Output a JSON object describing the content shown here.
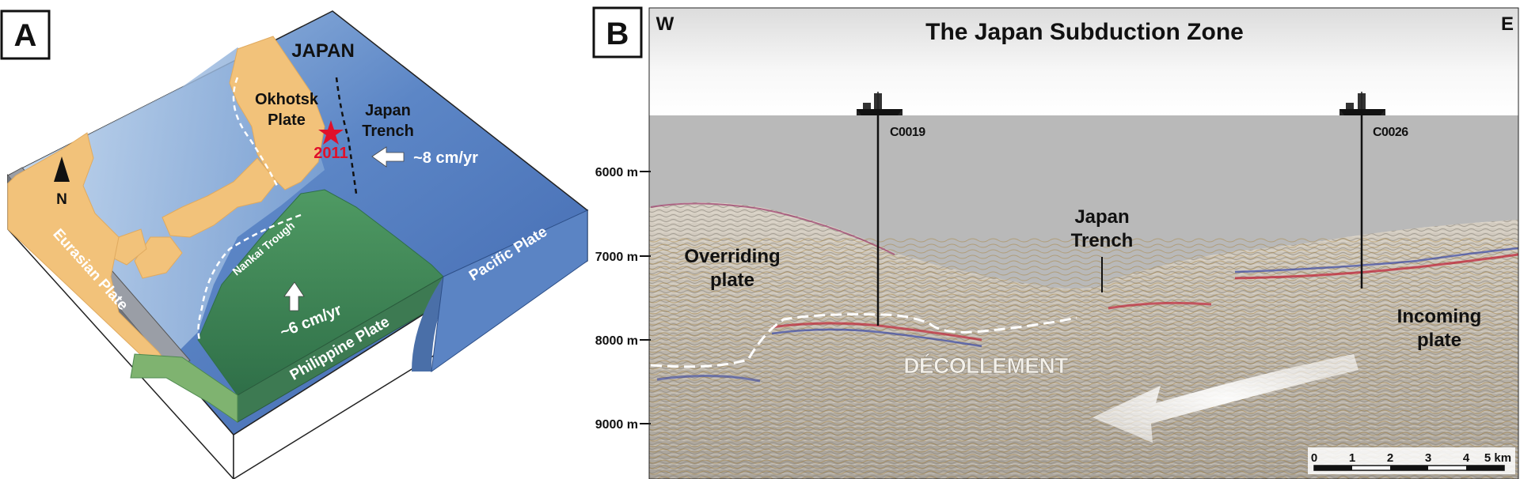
{
  "panel_a": {
    "letter": "A",
    "north": "N",
    "japan": "JAPAN",
    "okhotsk_line1": "Okhotsk",
    "okhotsk_line2": "Plate",
    "trench_line1": "Japan",
    "trench_line2": "Trench",
    "quake_year": "2011",
    "pacific_rate": "~8 cm/yr",
    "nankai": "Nankai Trough",
    "philippine_rate": "~6 cm/yr",
    "eurasian": "Eurasian Plate",
    "philippine": "Philippine Plate",
    "pacific": "Pacific Plate"
  },
  "panel_b": {
    "letter": "B",
    "west": "W",
    "east": "E",
    "title": "The Japan Subduction Zone",
    "site1": "C0019",
    "site2": "C0026",
    "depth_labels": [
      "6000 m",
      "7000 m",
      "8000 m",
      "9000 m"
    ],
    "overriding_line1": "Overriding",
    "overriding_line2": "plate",
    "trench_line1": "Japan",
    "trench_line2": "Trench",
    "decollement": "DÉCOLLEMENT",
    "incoming_line1": "Incoming",
    "incoming_line2": "plate",
    "scale_ticks": [
      "0",
      "1",
      "2",
      "3",
      "4",
      "5 km"
    ]
  },
  "colors": {
    "land": "#f2c27a",
    "ocean_deep": "#4a72b8",
    "ocean_shallow": "#8fb3dc",
    "philippine_plate": "#3f8a55",
    "eurasian_side": "#9a9ea6",
    "water": "#b9b9b9",
    "quake_star": "#e0102a"
  }
}
